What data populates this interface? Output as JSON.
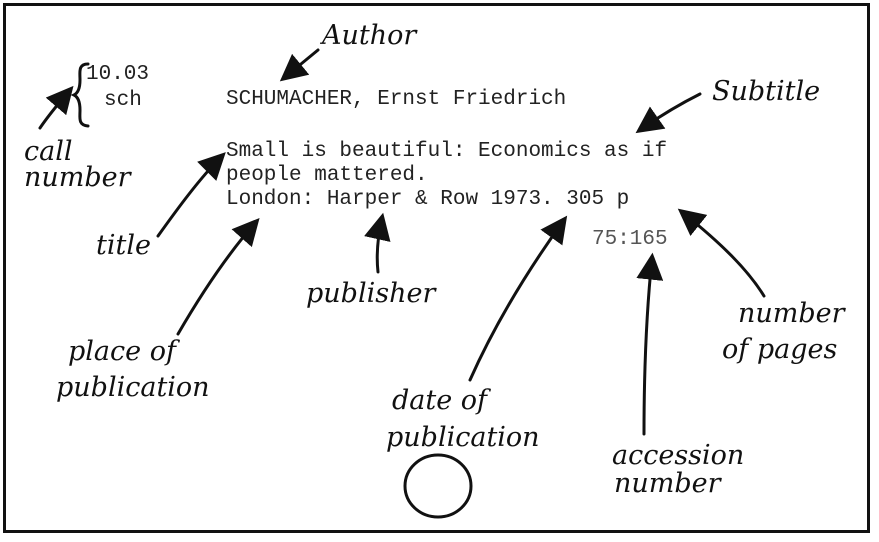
{
  "card": {
    "call_number_line1": "10.03",
    "call_number_line2": "sch",
    "author": "SCHUMACHER, Ernst Friedrich",
    "title_line1": "Small is beautiful: Economics as if",
    "title_line2": "people mattered.",
    "imprint": "London: Harper & Row 1973. 305 p",
    "accession_number": "75:165"
  },
  "labels": {
    "author": "Author",
    "subtitle": "Subtitle",
    "call_number_line1": "call",
    "call_number_line2": "number",
    "title": "title",
    "publisher": "publisher",
    "place_line1": "place of",
    "place_line2": "publication",
    "date_line1": "date of",
    "date_line2": "publication",
    "accession_line1": "accession",
    "accession_line2": "number",
    "pages_line1": "number",
    "pages_line2": "of pages"
  }
}
